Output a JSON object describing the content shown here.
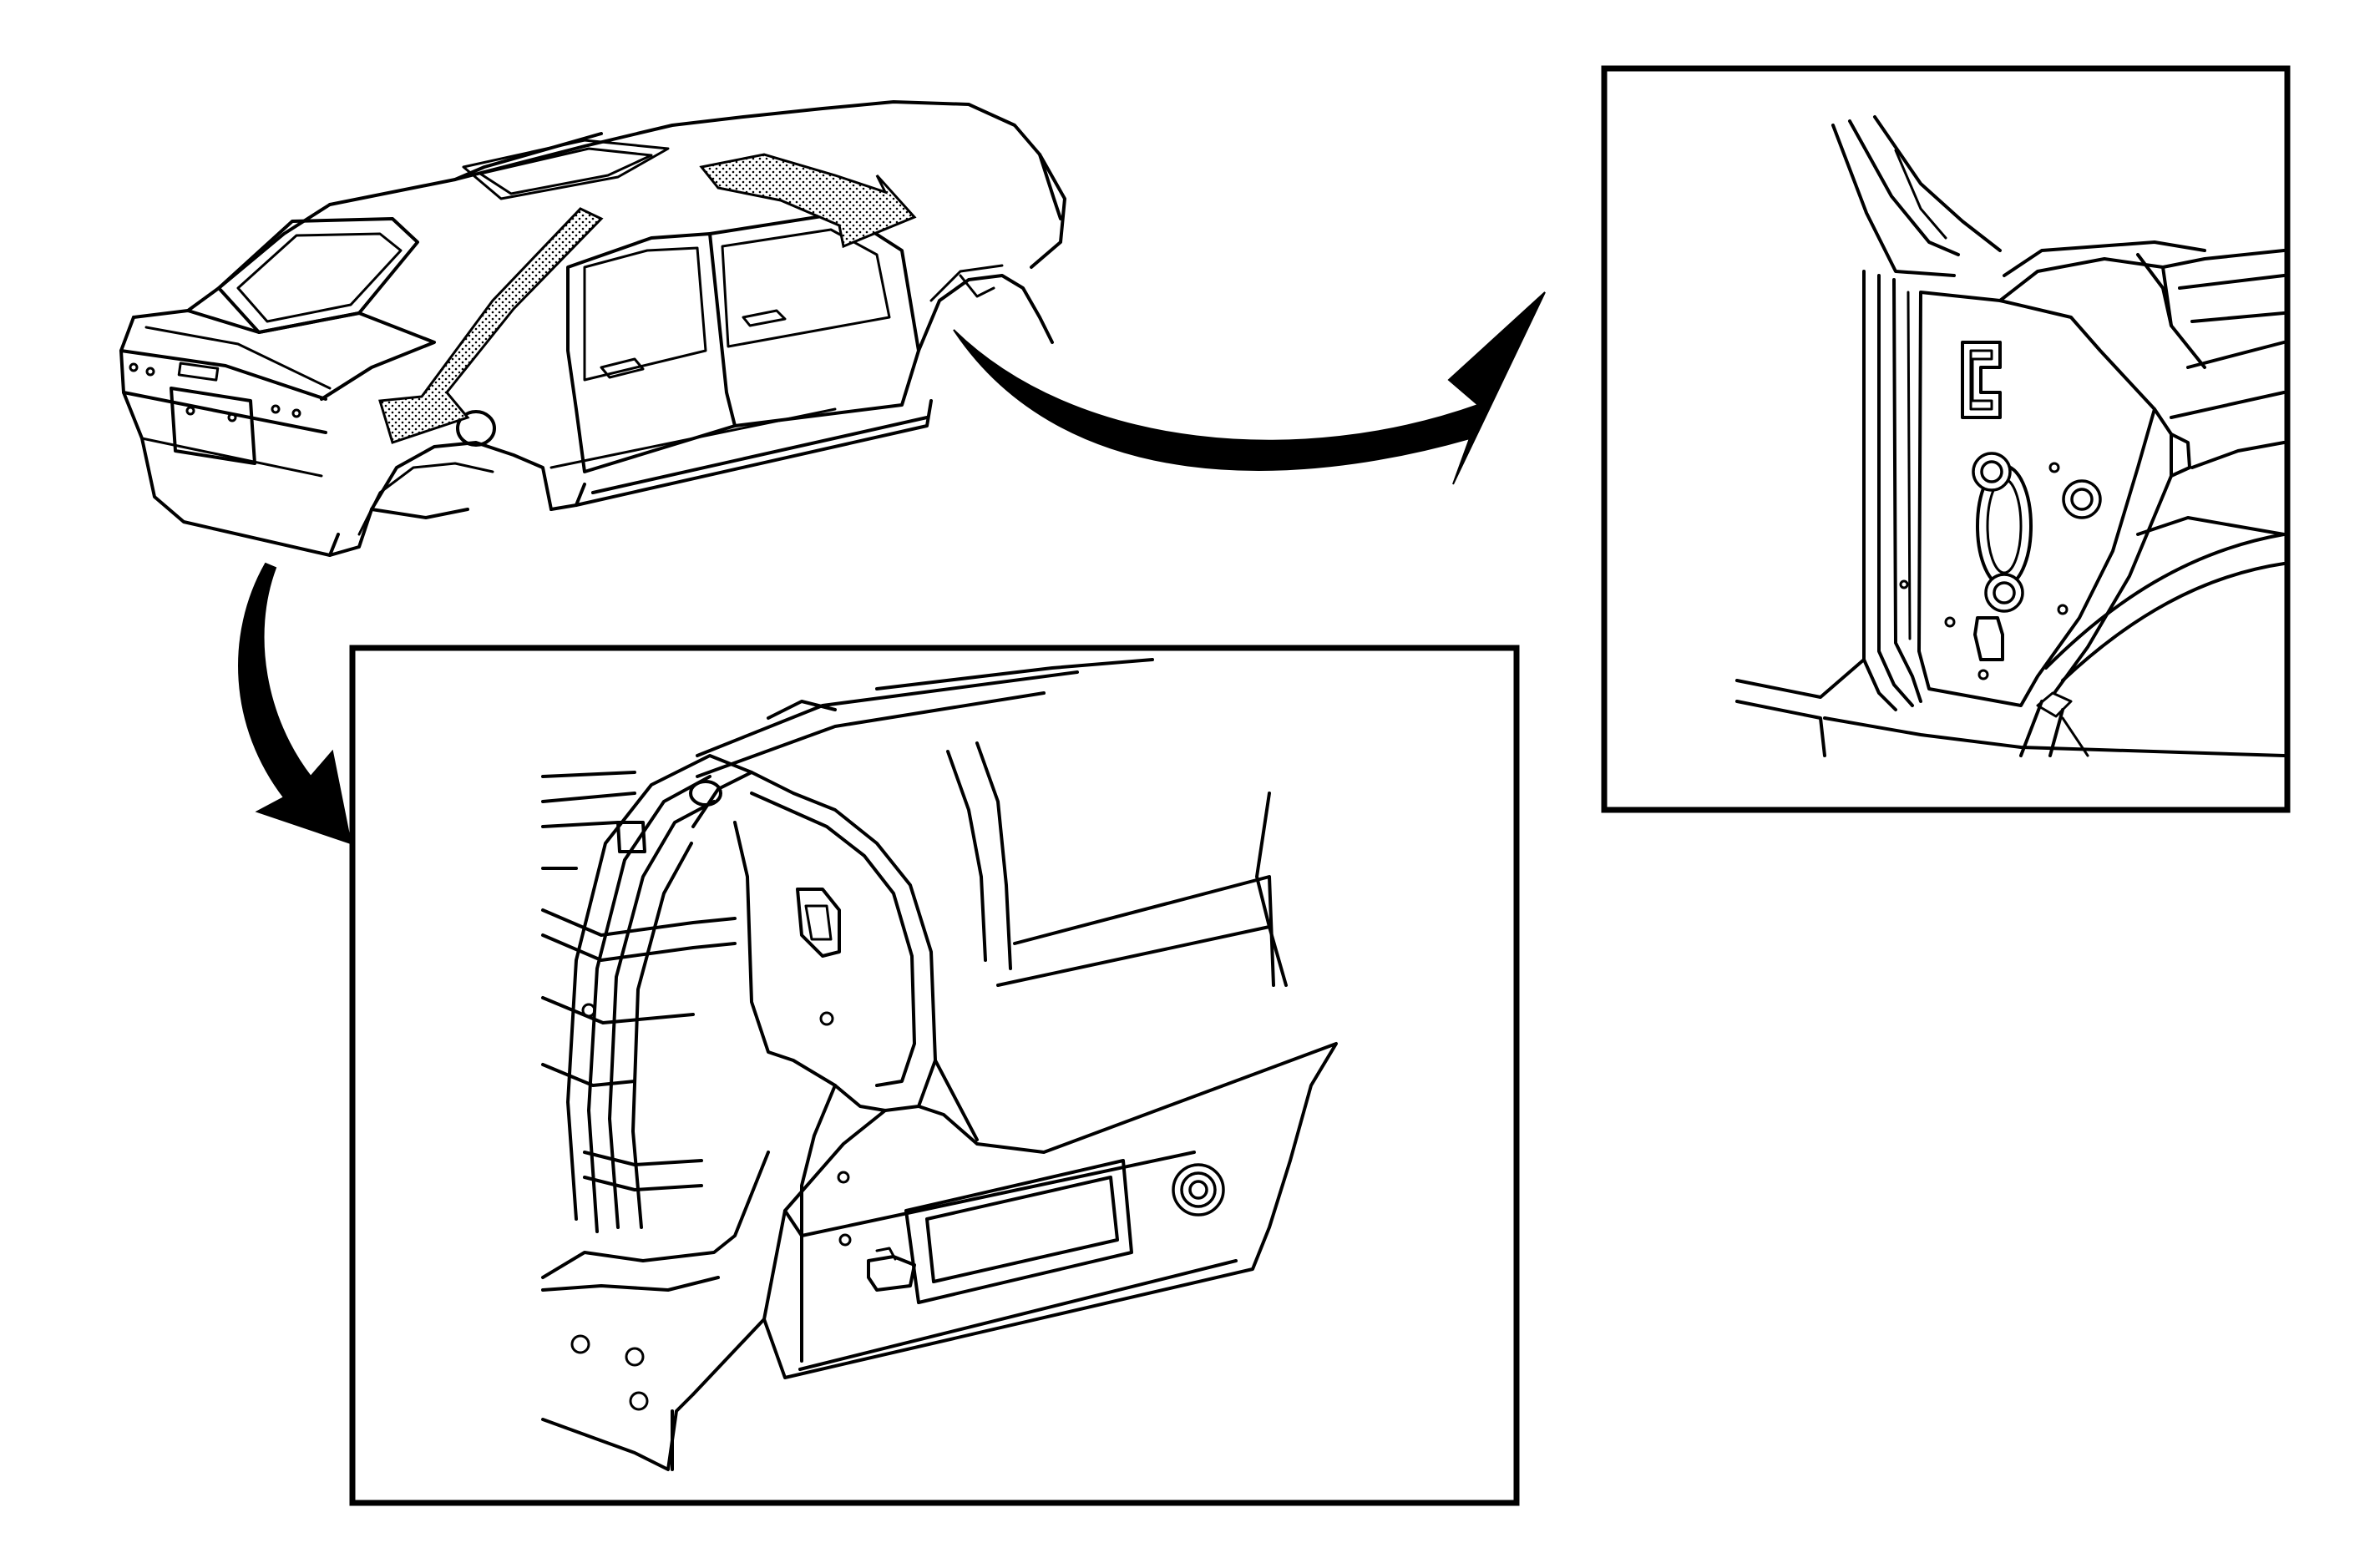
{
  "figure": {
    "views": [
      {
        "id": "vehicle-overview",
        "icon": "vehicle-body-outline"
      },
      {
        "id": "detail-rear-quarter-inner",
        "icon": "quarter-panel-inner-detail"
      },
      {
        "id": "detail-rear-wheelhouse",
        "icon": "wheelhouse-panel-detail"
      }
    ],
    "callouts": [
      {
        "from": "vehicle-overview",
        "to": "detail-rear-wheelhouse",
        "icon": "curved-arrow-right"
      },
      {
        "from": "vehicle-overview",
        "to": "detail-rear-quarter-inner",
        "icon": "curved-arrow-down"
      }
    ],
    "highlight_areas": [
      "roof-rail-to-rear-quarter",
      "roof-to-rear-pillar"
    ],
    "colors": {
      "line": "#000000",
      "background": "#ffffff"
    }
  }
}
